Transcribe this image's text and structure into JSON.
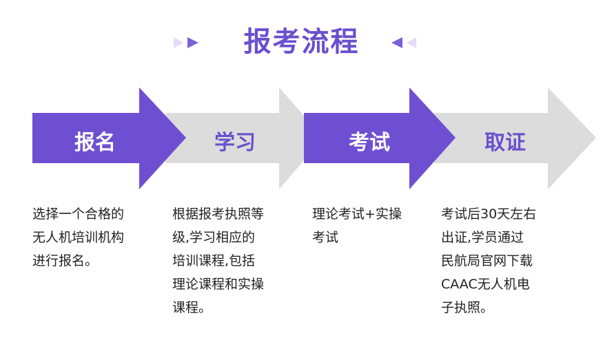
{
  "title": "报考流程",
  "colors": {
    "accent": "#6e4fd2",
    "inactive": "#dcdcdc"
  },
  "steps": [
    {
      "label": "报名",
      "lines": [
        "选择一个合格的",
        "无人机培训机构",
        "进行报名。"
      ]
    },
    {
      "label": "学习",
      "lines": [
        "根据报考执照等",
        "级,学习相应的",
        "培训课程,包括",
        "理论课程和实操",
        "课程。"
      ]
    },
    {
      "label": "考试",
      "lines": [
        "理论考试+实操",
        "考试"
      ]
    },
    {
      "label": "取证",
      "lines": [
        "考试后30天左右",
        "出证,学员通过",
        "民航局官网下载",
        "CAAC无人机电",
        "子执照。"
      ]
    }
  ]
}
